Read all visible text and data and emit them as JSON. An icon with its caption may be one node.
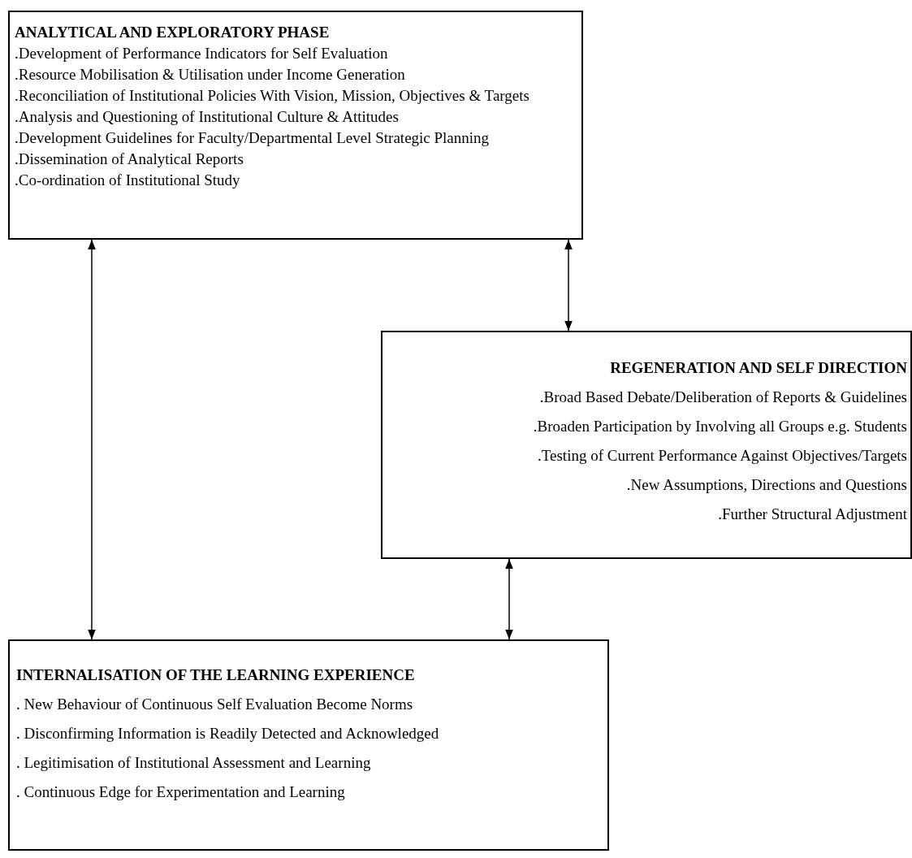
{
  "diagram": {
    "nodes": [
      {
        "text": [
          "ANALYTICAL AND  EXPLORATORY PHASE",
          ".Development of Performance Indicators for Self Evaluation",
          ".Resource Mobilisation & Utilisation under Income Generation",
          ".Reconciliation of Institutional Policies With Vision, Mission, Objectives & Targets",
          ".Analysis and Questioning of Institutional Culture & Attitudes",
          ".Development Guidelines for Faculty/Departmental Level Strategic Planning",
          ".Dissemination of Analytical Reports",
          ".Co-ordination of Institutional Study"
        ]
      },
      {
        "text": [
          "REGENERATION  AND SELF DIRECTION",
          ".Broad Based Debate/Deliberation of  Reports & Guidelines",
          ".Broaden Participation by Involving all Groups e.g. Students",
          ".Testing of Current Performance Against Objectives/Targets",
          ".New Assumptions, Directions and Questions",
          ".Further Structural Adjustment"
        ]
      },
      {
        "text": [
          "INTERNALISATION OF THE LEARNING EXPERIENCE",
          ". New Behaviour of Continuous Self Evaluation Become Norms",
          ". Disconfirming Information is Readily Detected and Acknowledged",
          ". Legitimisation of Institutional Assessment and Learning",
          ". Continuous Edge for Experimentation and Learning"
        ]
      }
    ],
    "edges": [
      {
        "from": 0,
        "to": 2,
        "arrow": "both"
      },
      {
        "from": 0,
        "to": 1,
        "arrow": "both"
      },
      {
        "from": 1,
        "to": 2,
        "arrow": "both"
      }
    ]
  }
}
